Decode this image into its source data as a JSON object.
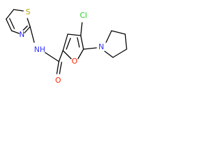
{
  "molecule": {
    "atoms": {
      "chlorine": "Cl",
      "pyrrolidine_nitrogen": "N",
      "furan_oxygen": "O",
      "carbonyl_oxygen": "O",
      "amide_nh": "NH",
      "thiazole_nitrogen": "N",
      "thiazole_sulfur": "S"
    },
    "colors": {
      "carbon_bonds": "#000000",
      "nitrogen": "#3333ff",
      "oxygen": "#ff2200",
      "sulfur": "#b8a400",
      "chlorine": "#1fcf1f"
    }
  }
}
